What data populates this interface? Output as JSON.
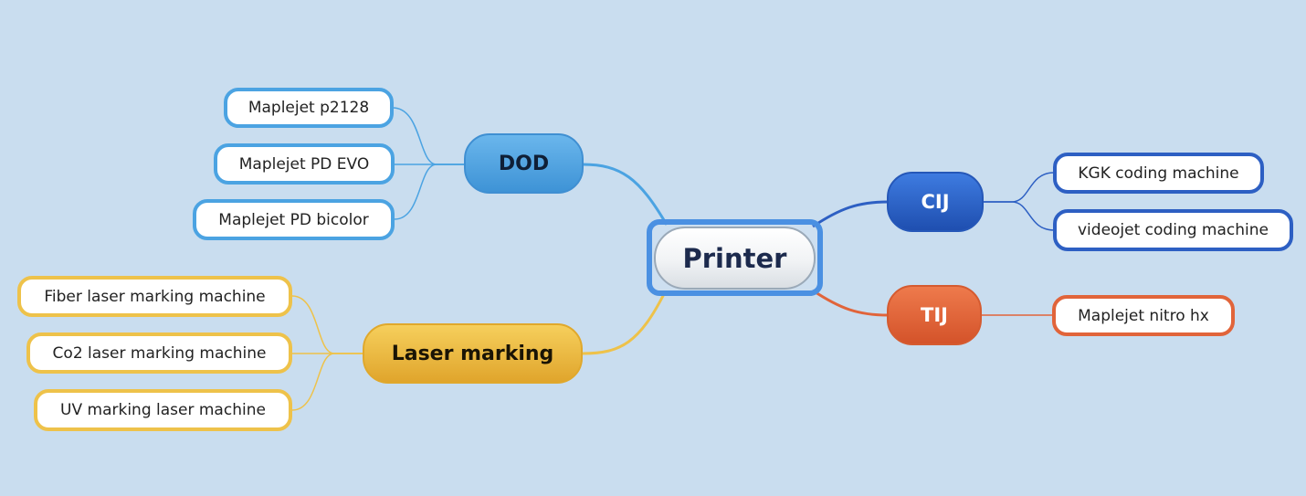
{
  "central": {
    "label": "Printer"
  },
  "branches": {
    "dod": {
      "label": "DOD",
      "color": "#4ba3e2",
      "children": [
        "Maplejet p2128",
        "Maplejet PD EVO",
        "Maplejet PD bicolor"
      ]
    },
    "laser": {
      "label": "Laser marking",
      "color": "#eec24a",
      "children": [
        "Fiber laser marking machine",
        "Co2 laser marking machine",
        "UV marking laser machine"
      ]
    },
    "cij": {
      "label": "CIJ",
      "color": "#2d5fc3",
      "children": [
        "KGK coding machine",
        "videojet coding machine"
      ]
    },
    "tij": {
      "label": "TIJ",
      "color": "#e1643a",
      "children": [
        "Maplejet nitro hx"
      ]
    }
  },
  "colors": {
    "background": "#c9ddef",
    "central_highlight": "#4a90e2"
  }
}
